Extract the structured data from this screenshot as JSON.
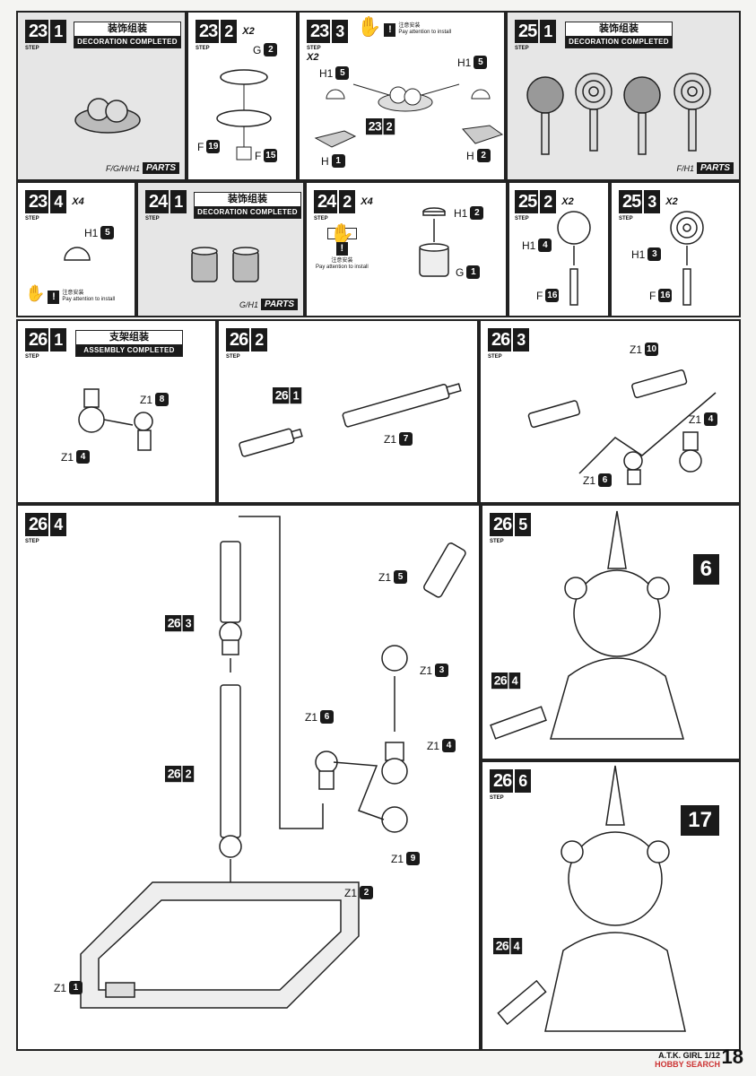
{
  "steps": {
    "s23_1": {
      "num": "23",
      "sub": "1",
      "step": "STEP",
      "zh": "装饰组装",
      "en": "DECORATION COMPLETED",
      "parts_prefix": "F/G/H/H1",
      "parts": "PARTS"
    },
    "s23_2": {
      "num": "23",
      "sub": "2",
      "step": "STEP",
      "mult": "X2",
      "labels": {
        "g2": "G",
        "g2n": "2",
        "f19": "F",
        "f19n": "19",
        "f15": "F",
        "f15n": "15"
      }
    },
    "s23_3": {
      "num": "23",
      "sub": "3",
      "step": "STEP",
      "mult": "X2",
      "warn_zh": "注意安装",
      "warn_en": "Pay attention to install",
      "ref_num": "23",
      "ref_sub": "2",
      "labels": {
        "h1_5a": "H1",
        "h1_5an": "5",
        "h1_1": "H",
        "h1_1n": "1",
        "h1_5b": "H1",
        "h1_5bn": "5",
        "h_2": "H",
        "h_2n": "2"
      }
    },
    "s25_1": {
      "num": "25",
      "sub": "1",
      "step": "STEP",
      "zh": "装饰组装",
      "en": "DECORATION COMPLETED",
      "parts_prefix": "F/H1",
      "parts": "PARTS"
    },
    "s23_4": {
      "num": "23",
      "sub": "4",
      "step": "STEP",
      "mult": "X4",
      "label": "H1",
      "labeln": "5",
      "warn_zh": "注意安装",
      "warn_en": "Pay attention to install"
    },
    "s24_1": {
      "num": "24",
      "sub": "1",
      "step": "STEP",
      "zh": "装饰组装",
      "en": "DECORATION COMPLETED",
      "parts_prefix": "G/H1",
      "parts": "PARTS"
    },
    "s24_2": {
      "num": "24",
      "sub": "2",
      "step": "STEP",
      "mult": "X4",
      "h1": "H1",
      "h1n": "2",
      "g1": "G",
      "g1n": "1",
      "warn_zh": "注意安装",
      "warn_en": "Pay attention to install"
    },
    "s25_2": {
      "num": "25",
      "sub": "2",
      "step": "STEP",
      "mult": "X2",
      "h1": "H1",
      "h1n": "4",
      "f": "F",
      "fn": "16"
    },
    "s25_3": {
      "num": "25",
      "sub": "3",
      "step": "STEP",
      "mult": "X2",
      "h1": "H1",
      "h1n": "3",
      "f": "F",
      "fn": "16"
    },
    "s26_1": {
      "num": "26",
      "sub": "1",
      "step": "STEP",
      "zh": "支架组装",
      "en": "ASSEMBLY COMPLETED",
      "z18": "Z1",
      "z18n": "8",
      "z14": "Z1",
      "z14n": "4"
    },
    "s26_2": {
      "num": "26",
      "sub": "2",
      "step": "STEP",
      "ref_num": "26",
      "ref_sub": "1",
      "z17": "Z1",
      "z17n": "7"
    },
    "s26_3": {
      "num": "26",
      "sub": "3",
      "step": "STEP",
      "z110": "Z1",
      "z110n": "10",
      "z14": "Z1",
      "z14n": "4",
      "z16": "Z1",
      "z16n": "6"
    },
    "s26_4": {
      "num": "26",
      "sub": "4",
      "step": "STEP",
      "ref3_num": "26",
      "ref3_sub": "3",
      "ref2_num": "26",
      "ref2_sub": "2",
      "z15": "Z1",
      "z15n": "5",
      "z13": "Z1",
      "z13n": "3",
      "z16": "Z1",
      "z16n": "6",
      "z14": "Z1",
      "z14n": "4",
      "z19": "Z1",
      "z19n": "9",
      "z12": "Z1",
      "z12n": "2",
      "z11": "Z1",
      "z11n": "1"
    },
    "s26_5": {
      "num": "26",
      "sub": "5",
      "step": "STEP",
      "big": "6",
      "ref_num": "26",
      "ref_sub": "4"
    },
    "s26_6": {
      "num": "26",
      "sub": "6",
      "step": "STEP",
      "big": "17",
      "ref_num": "26",
      "ref_sub": "4"
    }
  },
  "footer": {
    "title": "A.T.K. GIRL 1/12",
    "subtitle": "HOBBY SEARCH",
    "page": "18"
  }
}
